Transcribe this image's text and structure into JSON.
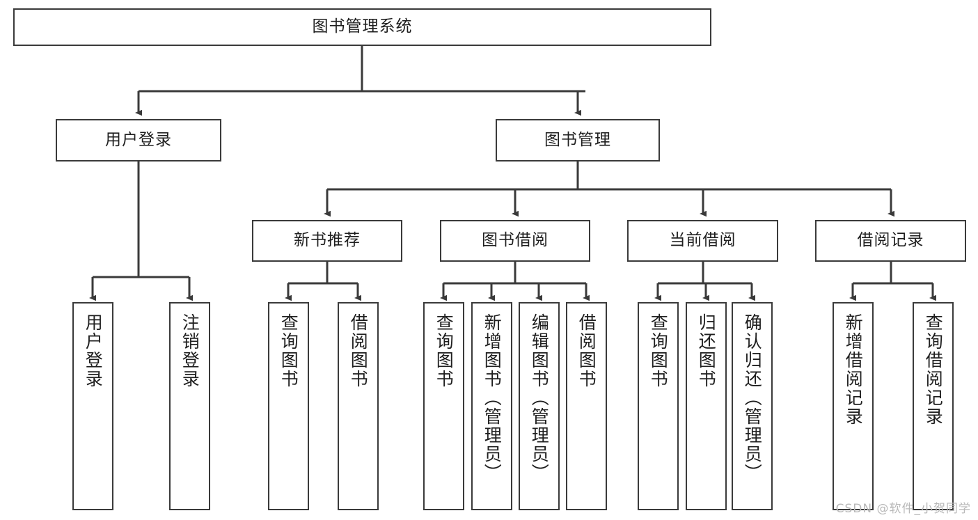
{
  "diagram": {
    "title": "图书管理系统",
    "type": "hierarchy-tree",
    "root": {
      "label": "图书管理系统"
    },
    "level2": [
      {
        "label": "用户登录"
      },
      {
        "label": "图书管理"
      }
    ],
    "level3": [
      {
        "label": "新书推荐"
      },
      {
        "label": "图书借阅"
      },
      {
        "label": "当前借阅"
      },
      {
        "label": "借阅记录"
      }
    ],
    "leaves": {
      "user_login": [
        {
          "label": "用户登录"
        },
        {
          "label": "注销登录"
        }
      ],
      "new_book_recommend": [
        {
          "label": "查询图书"
        },
        {
          "label": "借阅图书"
        }
      ],
      "book_borrow": [
        {
          "label": "查询图书"
        },
        {
          "label": "新增图书（管理员）"
        },
        {
          "label": "编辑图书（管理员）"
        },
        {
          "label": "借阅图书"
        }
      ],
      "current_borrow": [
        {
          "label": "查询图书"
        },
        {
          "label": "归还图书"
        },
        {
          "label": "确认归还（管理员）"
        }
      ],
      "borrow_record": [
        {
          "label": "新增借阅记录"
        },
        {
          "label": "查询借阅记录"
        }
      ]
    }
  },
  "colors": {
    "stroke": "#3a3a3a",
    "fill": "#ffffff",
    "text": "#1f1f1f",
    "watermark": "#b9b9b9"
  },
  "watermark": {
    "text": "CSDN @软件_小贺同学"
  }
}
